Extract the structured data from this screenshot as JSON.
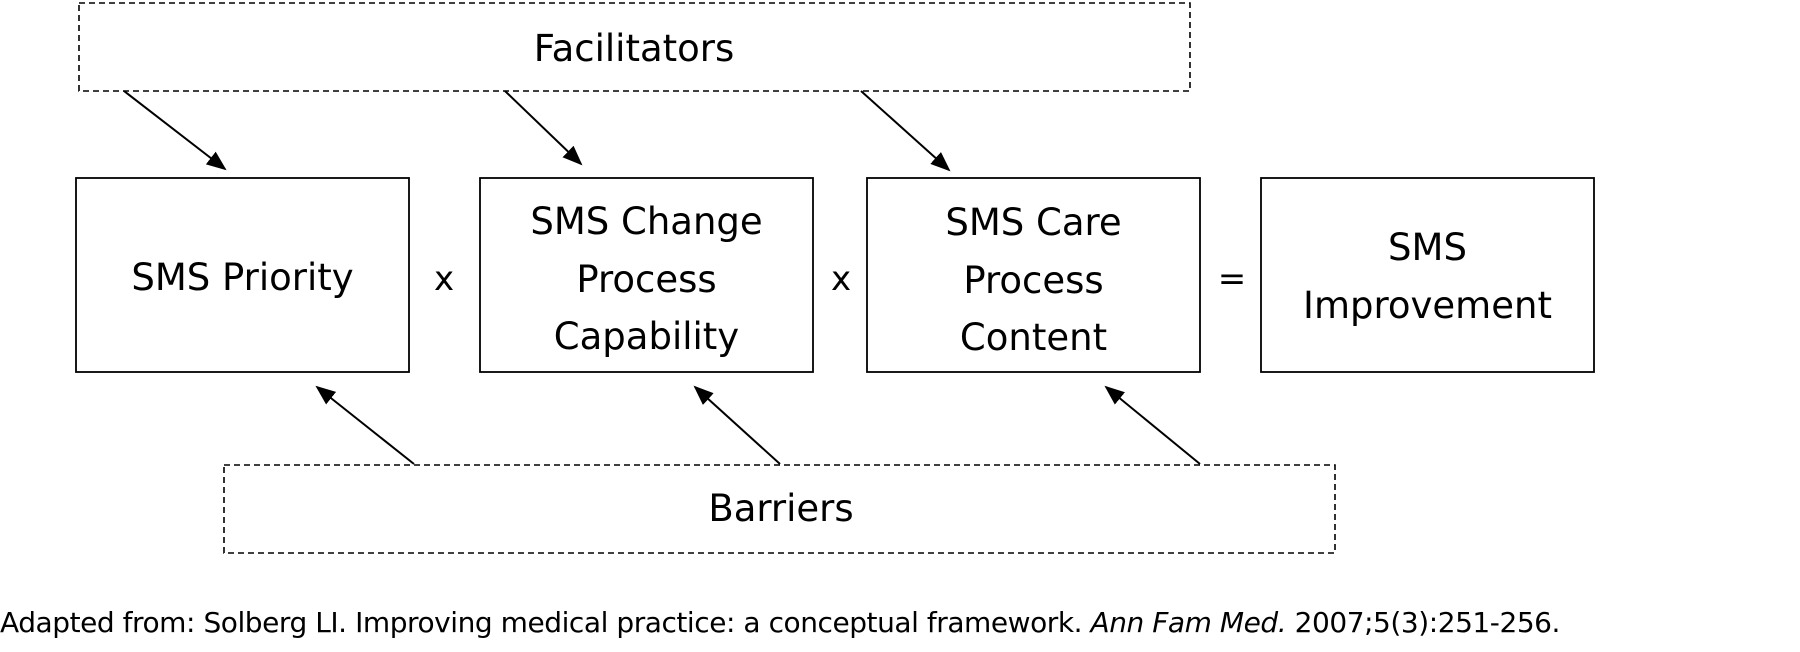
{
  "facilitators": {
    "label": "Facilitators"
  },
  "barriers": {
    "label": "Barriers"
  },
  "boxes": [
    {
      "lines": [
        "SMS Priority"
      ]
    },
    {
      "lines": [
        "SMS Change",
        "Process",
        "Capability"
      ]
    },
    {
      "lines": [
        "SMS Care",
        "Process",
        "Content"
      ]
    },
    {
      "lines": [
        "SMS",
        "Improvement"
      ]
    }
  ],
  "operators": [
    "x",
    "x",
    "="
  ],
  "caption": {
    "prefix": "Adapted from:  Solberg LI. Improving medical practice: a conceptual framework. ",
    "journal": "Ann Fam Med.",
    "suffix": " 2007;5(3):251-256."
  }
}
